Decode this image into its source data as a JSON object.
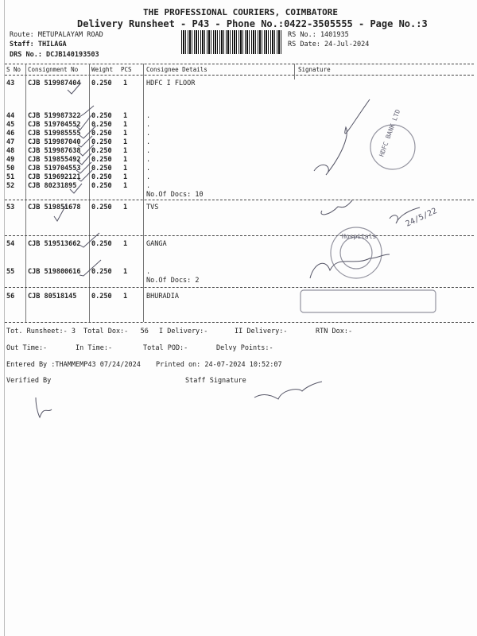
{
  "header": {
    "company": "THE PROFESSIONAL COURIERS, COIMBATORE",
    "subtitle": "Delivery Runsheet - P43 - Phone No.:0422-3505555 - Page No.:3",
    "route": "Route: METUPALAYAM ROAD",
    "staff": "Staff: THILAGA",
    "drs": "DRS No.: DCJB140193503",
    "rs_no": "RS No.: 1401935",
    "rs_date": "RS Date: 24-Jul-2024"
  },
  "table": {
    "columns": [
      "S No",
      "Consignment No",
      "Weight",
      "PCS",
      "Consignee Details",
      "Signature"
    ],
    "rows": [
      {
        "sno": "43",
        "cno": "CJB 519987404",
        "weight": "0.250",
        "pcs": "1",
        "details": "HDFC I FLOOR"
      },
      {
        "sno": "44",
        "cno": "CJB 519987322",
        "weight": "0.250",
        "pcs": "1",
        "details": "."
      },
      {
        "sno": "45",
        "cno": "CJB 519704552",
        "weight": "0.250",
        "pcs": "1",
        "details": "."
      },
      {
        "sno": "46",
        "cno": "CJB 519985555",
        "weight": "0.250",
        "pcs": "1",
        "details": "."
      },
      {
        "sno": "47",
        "cno": "CJB 519987040",
        "weight": "0.250",
        "pcs": "1",
        "details": "."
      },
      {
        "sno": "48",
        "cno": "CJB 519987638",
        "weight": "0.250",
        "pcs": "1",
        "details": "."
      },
      {
        "sno": "49",
        "cno": "CJB 519855492",
        "weight": "0.250",
        "pcs": "1",
        "details": "."
      },
      {
        "sno": "50",
        "cno": "CJB 519704553",
        "weight": "0.250",
        "pcs": "1",
        "details": "."
      },
      {
        "sno": "51",
        "cno": "CJB 519692121",
        "weight": "0.250",
        "pcs": "1",
        "details": "."
      },
      {
        "sno": "52",
        "cno": "CJB 80231895",
        "weight": "0.250",
        "pcs": "1",
        "details": "."
      },
      {
        "sno": "53",
        "cno": "CJB 519851678",
        "weight": "0.250",
        "pcs": "1",
        "details": "TVS"
      },
      {
        "sno": "54",
        "cno": "CJB 519513662",
        "weight": "0.250",
        "pcs": "1",
        "details": "GANGA"
      },
      {
        "sno": "55",
        "cno": "CJB 519800616",
        "weight": "0.250",
        "pcs": "1",
        "details": "."
      },
      {
        "sno": "56",
        "cno": "CJB 80518145",
        "weight": "0.250",
        "pcs": "1",
        "details": "BHURADIA"
      }
    ],
    "group1_docs": "No.Of Docs: 10",
    "group2_docs": "No.Of Docs: 2"
  },
  "stamps": [
    "HDFC BANK LTD",
    "Hospitals",
    "24/5/22"
  ],
  "footer": {
    "tot_runsheet": "Tot. Runsheet:- 3",
    "total_dox": "Total Dox:-   56",
    "i_delivery": "I Delivery:-",
    "ii_delivery": "II Delivery:-",
    "rtn_dox": "RTN Dox:-",
    "out_time": "Out Time:-",
    "in_time": "In Time:-",
    "total_pod": "Total POD:-",
    "delvy_points": "Delvy Points:-",
    "entered_by": "Entered By :THAMMEMP43 07/24/2024",
    "printed_on": "Printed on: 24-07-2024 10:52:07",
    "verified_by": "Verified By",
    "staff_signature": "Staff Signature"
  }
}
